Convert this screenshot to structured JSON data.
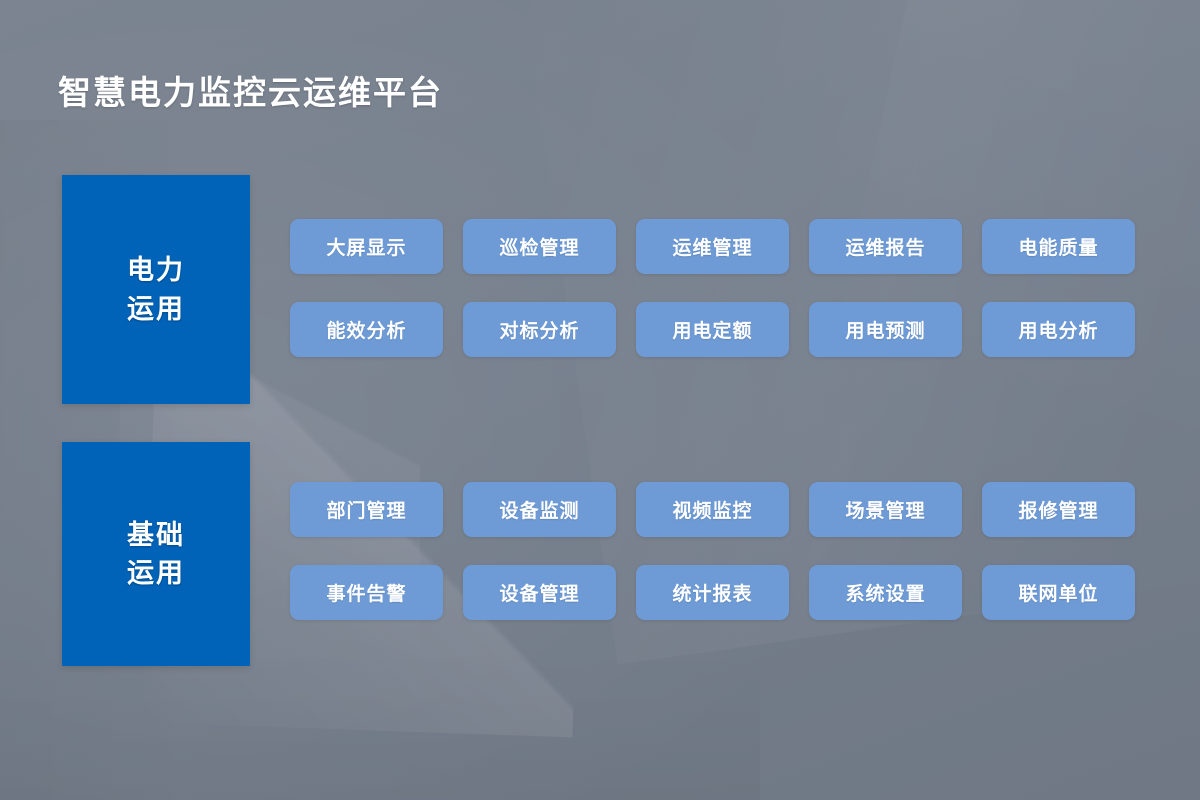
{
  "header": {
    "title": "智慧电力监控云运维平台"
  },
  "theme": {
    "background_color": "#767f8d",
    "category_block_color": "#0063b8",
    "module_button_color": "#6e9bd6",
    "text_color": "#ffffff"
  },
  "sections": [
    {
      "id": "power-application",
      "category_label": "电力\n运用",
      "rows": [
        {
          "buttons": [
            {
              "label": "大屏显示",
              "name": "module-button-big-screen-display"
            },
            {
              "label": "巡检管理",
              "name": "module-button-inspection-management"
            },
            {
              "label": "运维管理",
              "name": "module-button-ops-management"
            },
            {
              "label": "运维报告",
              "name": "module-button-ops-report"
            },
            {
              "label": "电能质量",
              "name": "module-button-power-quality"
            }
          ]
        },
        {
          "buttons": [
            {
              "label": "能效分析",
              "name": "module-button-energy-efficiency-analysis"
            },
            {
              "label": "对标分析",
              "name": "module-button-benchmark-analysis"
            },
            {
              "label": "用电定额",
              "name": "module-button-power-quota"
            },
            {
              "label": "用电预测",
              "name": "module-button-power-forecast"
            },
            {
              "label": "用电分析",
              "name": "module-button-power-analysis"
            }
          ]
        }
      ]
    },
    {
      "id": "basic-application",
      "category_label": "基础\n运用",
      "rows": [
        {
          "buttons": [
            {
              "label": "部门管理",
              "name": "module-button-department-management"
            },
            {
              "label": "设备监测",
              "name": "module-button-device-monitoring"
            },
            {
              "label": "视频监控",
              "name": "module-button-video-surveillance"
            },
            {
              "label": "场景管理",
              "name": "module-button-scene-management"
            },
            {
              "label": "报修管理",
              "name": "module-button-repair-request-management"
            }
          ]
        },
        {
          "buttons": [
            {
              "label": "事件告警",
              "name": "module-button-event-alarm"
            },
            {
              "label": "设备管理",
              "name": "module-button-device-management"
            },
            {
              "label": "统计报表",
              "name": "module-button-statistical-report"
            },
            {
              "label": "系统设置",
              "name": "module-button-system-settings"
            },
            {
              "label": "联网单位",
              "name": "module-button-networked-units"
            }
          ]
        }
      ]
    }
  ]
}
